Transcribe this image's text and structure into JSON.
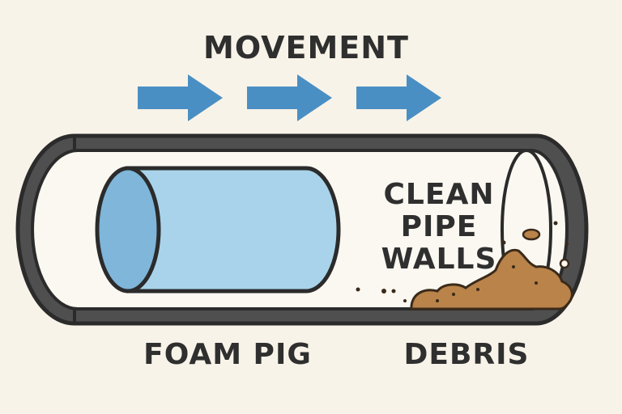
{
  "labels": {
    "movement": "MOVEMENT",
    "foam_pig": "FOAM PIG",
    "debris": "DEBRIS",
    "clean_line1": "CLEAN",
    "clean_line2": "PIPE",
    "clean_line3": "WALLS"
  },
  "colors": {
    "background": "#f8f3e8",
    "arrow": "#4a8fc4",
    "pipe_wall": "#4a4a4a",
    "pipe_outline": "#2b2b2b",
    "pig_body": "#a9d3ea",
    "pig_face": "#7fb6da",
    "debris": "#b98349",
    "debris_outline": "#3a2a1a",
    "text": "#2f2f2f"
  }
}
